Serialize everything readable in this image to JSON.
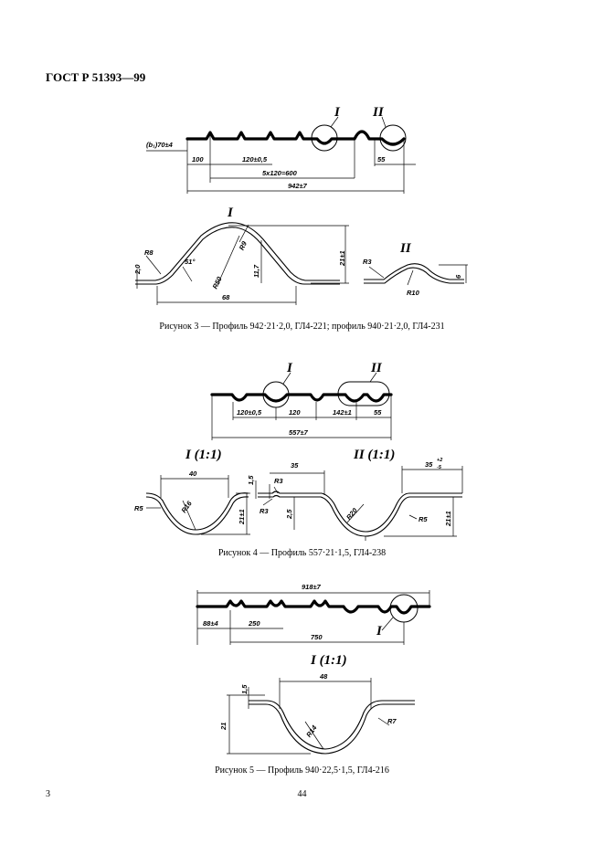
{
  "header": {
    "standard": "ГОСТ Р 51393—99"
  },
  "figure3": {
    "caption": "Рисунок 3 — Профиль 942·21·2,0, ГЛ4-221; профиль 940·21·2,0, ГЛ4-231",
    "overview": {
      "callouts": [
        "I",
        "II"
      ],
      "dims": [
        "(b₁)70±4",
        "100",
        "120±0,5",
        "55",
        "5х120=600",
        "942±7"
      ]
    },
    "detail_I": {
      "label": "I",
      "dims": [
        "R8",
        "2,0",
        "51°",
        "R50",
        "R9",
        "11,7",
        "21±1",
        "68"
      ]
    },
    "detail_II": {
      "label": "II",
      "dims": [
        "R3",
        "R10",
        "6"
      ]
    }
  },
  "figure4": {
    "caption": "Рисунок 4 — Профиль 557·21·1,5, ГЛ4-238",
    "overview": {
      "callouts": [
        "I",
        "II"
      ],
      "dims": [
        "120±0,5",
        "120",
        "142±1",
        "55",
        "557±7"
      ]
    },
    "detail_I": {
      "label": "I (1:1)",
      "dims": [
        "40",
        "R5",
        "R16",
        "21±1"
      ]
    },
    "detail_II": {
      "label": "II (1:1)",
      "dims": [
        "1,5",
        "35",
        "R3",
        "R3",
        "2,5",
        "R20",
        "R5",
        "21±1",
        "35",
        "+2",
        "-5"
      ]
    }
  },
  "figure5": {
    "caption": "Рисунок 5 — Профиль 940·22,5·1,5, ГЛ4-216",
    "overview": {
      "callouts": [
        "I"
      ],
      "dims": [
        "918±7",
        "88±4",
        "250",
        "750"
      ]
    },
    "detail_I": {
      "label": "I (1:1)",
      "dims": [
        "48",
        "1,5",
        "21",
        "R14",
        "R7"
      ]
    }
  },
  "footer": {
    "page_left": "3",
    "page_number": "44"
  }
}
